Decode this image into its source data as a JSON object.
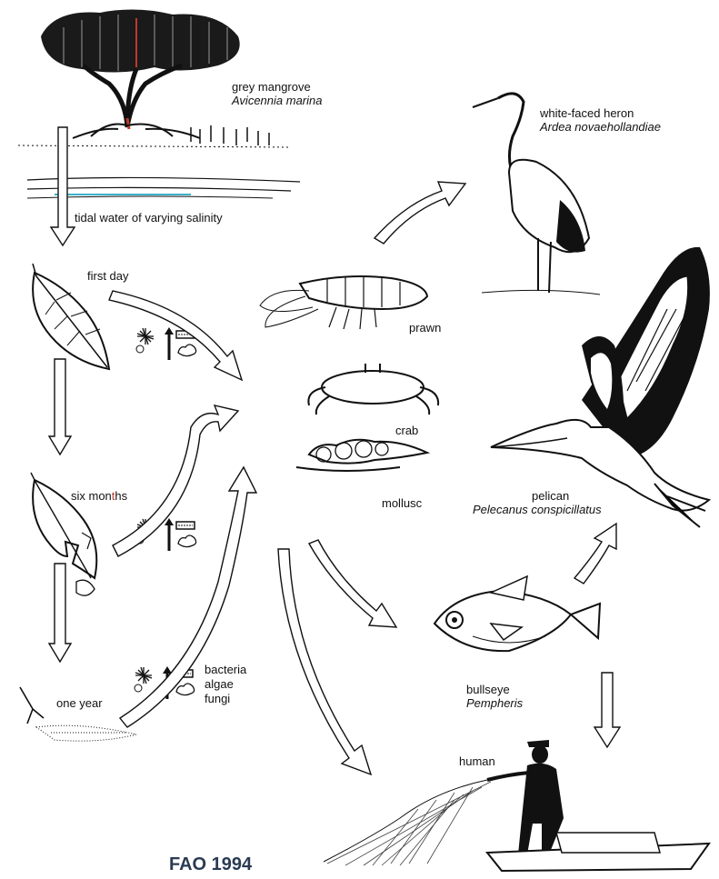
{
  "organisms": {
    "mangrove": {
      "common": "grey mangrove",
      "scientific": "Avicennia marina"
    },
    "heron": {
      "common": "white-faced heron",
      "scientific": "Ardea novaehollandiae"
    },
    "pelican": {
      "common": "pelican",
      "scientific": "Pelecanus conspicillatus"
    },
    "bullseye": {
      "common": "bullseye",
      "scientific": "Pempheris"
    },
    "prawn": "prawn",
    "crab": "crab",
    "mollusc": "mollusc",
    "human": "human"
  },
  "water_label": "tidal water of varying salinity",
  "stages": {
    "first": "first day",
    "six_pre": "six mon",
    "six_hi": "t",
    "six_post": "hs",
    "year": "one year"
  },
  "decomposers": [
    "bacteria",
    "algae",
    "fungi"
  ],
  "credit": "FAO 1994",
  "colors": {
    "ink": "#111111",
    "credit": "#2a3b52",
    "water": "#3fb0c8",
    "trunk_red": "#c0392b"
  }
}
